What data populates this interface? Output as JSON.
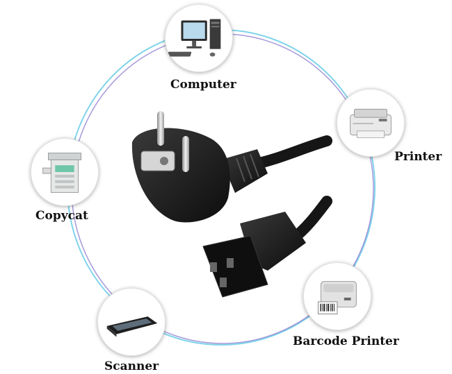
{
  "devices": [
    {
      "id": "computer",
      "label": "Computer",
      "icon": "computer-icon"
    },
    {
      "id": "printer",
      "label": "Printer",
      "icon": "printer-icon"
    },
    {
      "id": "copycat",
      "label": "Copycat",
      "icon": "copier-icon"
    },
    {
      "id": "scanner",
      "label": "Scanner",
      "icon": "scanner-icon"
    },
    {
      "id": "barcode",
      "label": "Barcode Printer",
      "icon": "barcode-printer-icon"
    }
  ],
  "center": {
    "icon": "power-cord-icon"
  },
  "colors": {
    "ring_outer": "#7fd3ea",
    "ring_inner": "#8f7fd0",
    "cord": "#161616"
  }
}
